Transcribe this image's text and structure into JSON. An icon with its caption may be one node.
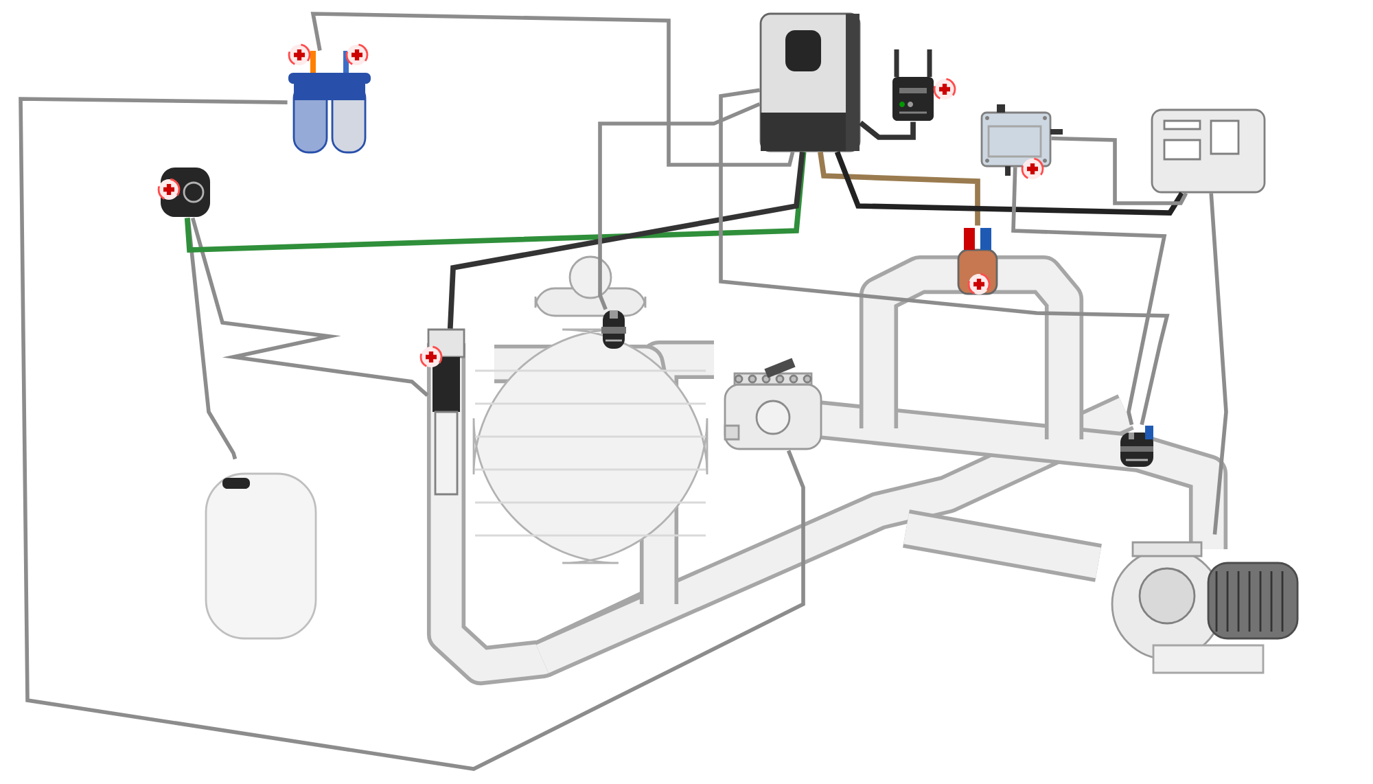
{
  "diagram": {
    "nodes": [
      {
        "text": [],
        "shape": "picture"
      },
      {
        "text": [],
        "shape": "picture"
      },
      {
        "text": [],
        "shape": "picture"
      },
      {
        "text": [],
        "shape": "picture"
      },
      {
        "text": [],
        "shape": "picture"
      },
      {
        "text": [],
        "shape": "picture"
      },
      {
        "text": [],
        "shape": "picture"
      },
      {
        "text": [],
        "shape": "picture"
      },
      {
        "text": [],
        "shape": "picture"
      },
      {
        "text": [],
        "shape": "picture"
      },
      {
        "text": [],
        "shape": "picture"
      },
      {
        "text": [],
        "shape": "picture"
      },
      {
        "text": [],
        "shape": "picture"
      },
      {
        "text": [],
        "shape": "picture"
      }
    ],
    "edges": [
      {
        "from": 0,
        "to": 2,
        "arrow": "none"
      },
      {
        "from": 0,
        "to": 13,
        "arrow": "none"
      },
      {
        "from": 1,
        "to": 9,
        "arrow": "none"
      },
      {
        "from": 1,
        "to": 8,
        "arrow": "none"
      },
      {
        "from": 1,
        "to": 2,
        "arrow": "none",
        "color": "#2f8f3a"
      },
      {
        "from": 2,
        "to": 8,
        "arrow": "none",
        "color": "#333333"
      },
      {
        "from": 2,
        "to": 6,
        "arrow": "none",
        "color": "#9a7b4f"
      },
      {
        "from": 2,
        "to": 3,
        "arrow": "none",
        "color": "#333333"
      },
      {
        "from": 2,
        "to": 5,
        "arrow": "none",
        "color": "#222222"
      },
      {
        "from": 4,
        "to": 5,
        "arrow": "none"
      },
      {
        "from": 4,
        "to": 12,
        "arrow": "none"
      },
      {
        "from": 5,
        "to": 10,
        "arrow": "none"
      },
      {
        "from": 2,
        "to": 11,
        "arrow": "none"
      },
      {
        "from": 2,
        "to": 12,
        "arrow": "none"
      }
    ]
  }
}
